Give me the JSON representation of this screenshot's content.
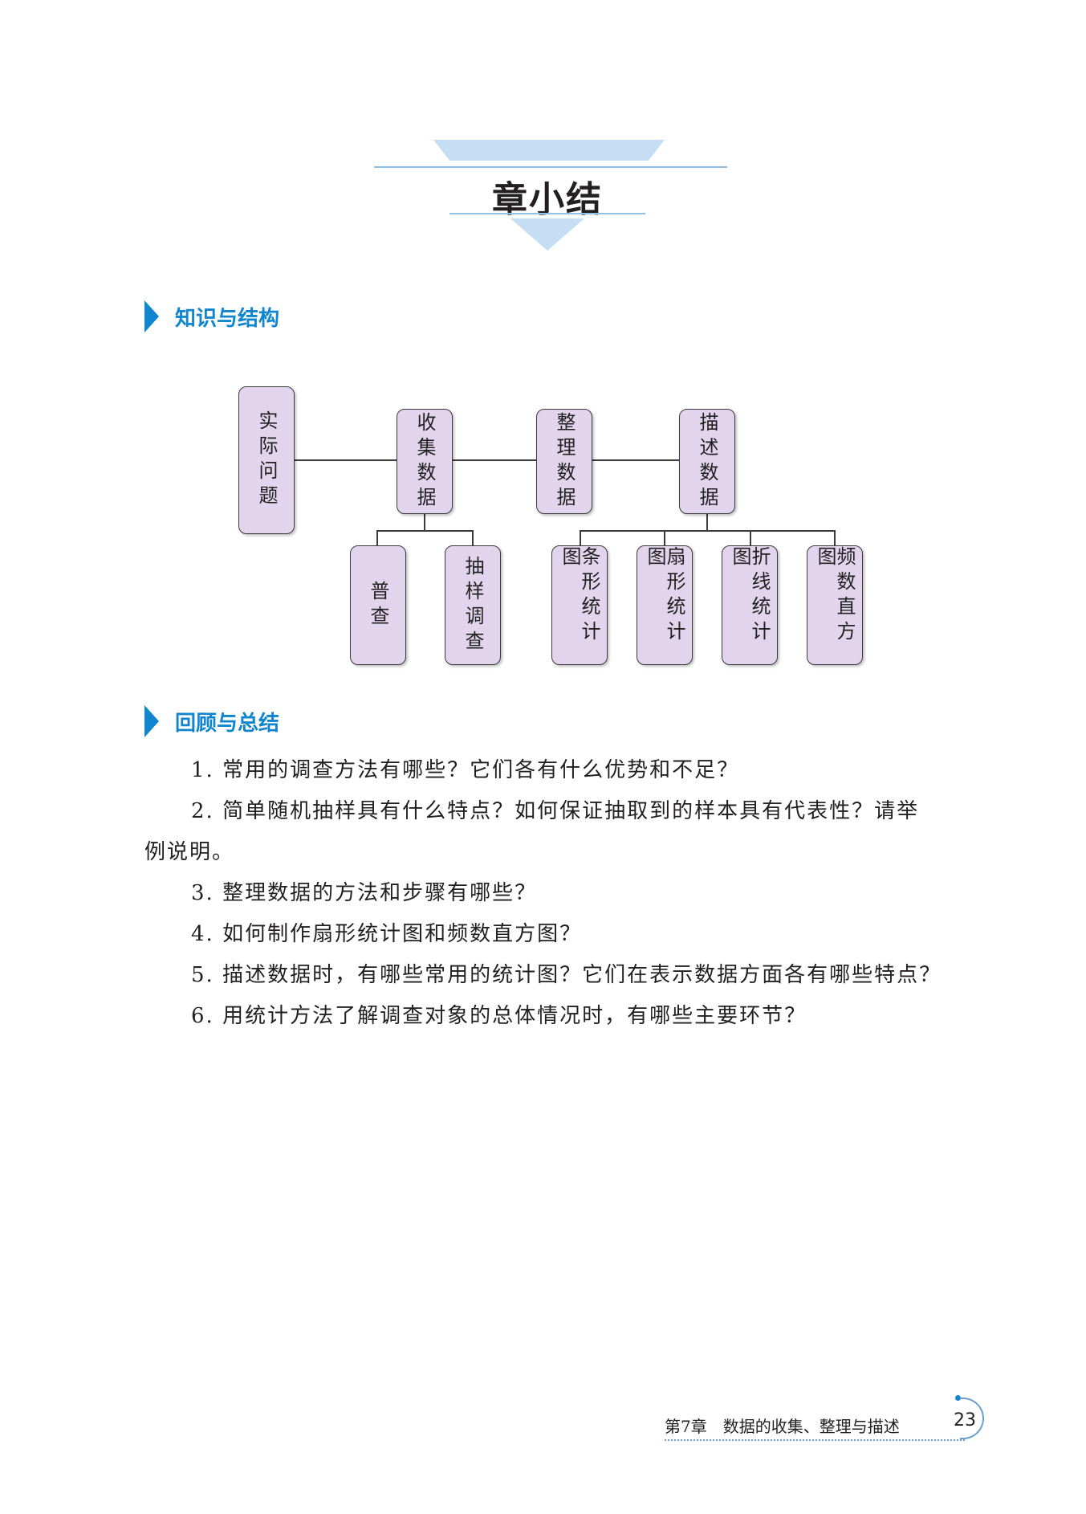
{
  "page": {
    "chapter_title": "章小结",
    "sections": {
      "knowledge": "知识与结构",
      "review": "回顾与总结"
    }
  },
  "diagram": {
    "top_nodes": [
      "实际问题",
      "收集数据",
      "整理数据",
      "描述数据"
    ],
    "collect_children": [
      "普查",
      "抽样调查"
    ],
    "describe_children": [
      "条形统计图",
      "扇形统计图",
      "折线统计图",
      "频数直方图"
    ]
  },
  "questions": [
    "1. 常用的调查方法有哪些？它们各有什么优势和不足？",
    "2. 简单随机抽样具有什么特点？如何保证抽取到的样本具有代表性？请举",
    "例说明。",
    "3. 整理数据的方法和步骤有哪些？",
    "4. 如何制作扇形统计图和频数直方图？",
    "5. 描述数据时，有哪些常用的统计图？它们在表示数据方面各有哪些特点？",
    "6. 用统计方法了解调查对象的总体情况时，有哪些主要环节？"
  ],
  "footer": {
    "chapter_label": "第7章　数据的收集、整理与描述",
    "page_number": "23"
  },
  "colors": {
    "accent_blue": "#1185cd",
    "banner_light_blue": "#c5def3",
    "box_fill": "#e2d4ec"
  }
}
